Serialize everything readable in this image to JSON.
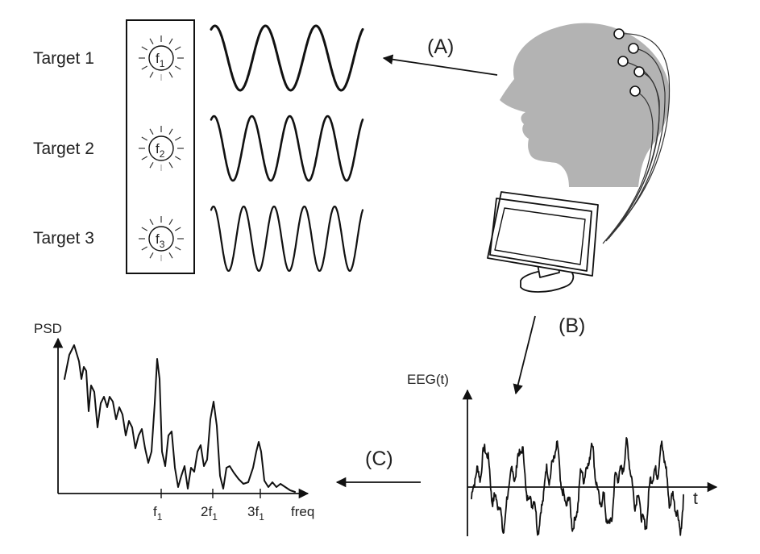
{
  "targets": [
    {
      "label": "Target 1",
      "freq_base": "f",
      "freq_sub": "1",
      "cycles": 3
    },
    {
      "label": "Target 2",
      "freq_base": "f",
      "freq_sub": "2",
      "cycles": 4
    },
    {
      "label": "Target 3",
      "freq_base": "f",
      "freq_sub": "3",
      "cycles": 5
    }
  ],
  "steps": {
    "a": "(A)",
    "b": "(B)",
    "c": "(C)"
  },
  "eeg_plot": {
    "ylabel": "EEG(t)",
    "xlabel": "t"
  },
  "psd_plot": {
    "ylabel": "PSD",
    "xlabel": "freq",
    "ticks": [
      {
        "prefix": "",
        "base": "f",
        "sub": "1"
      },
      {
        "prefix": "2",
        "base": "f",
        "sub": "1"
      },
      {
        "prefix": "3",
        "base": "f",
        "sub": "1"
      }
    ]
  },
  "colors": {
    "head": "#b3b3b3",
    "ink": "#111111",
    "electrode": "#ffffff"
  },
  "icons": [
    "flashing-stimulus-icon",
    "head-icon",
    "electrode-icon",
    "monitor-icon"
  ]
}
